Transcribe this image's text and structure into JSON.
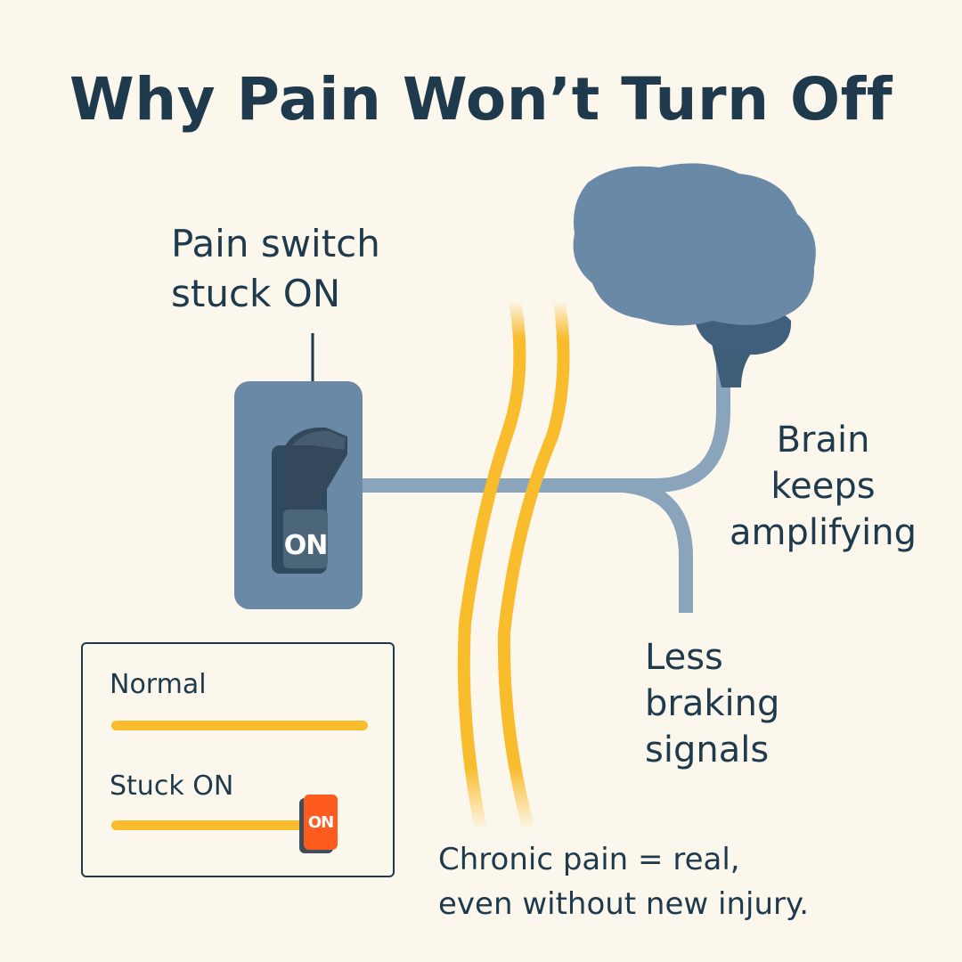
{
  "title": "Why Pain Won’t Turn Off",
  "switch": {
    "caption_line1": "Pain switch",
    "caption_line2": "stuck ON",
    "state_label": "ON"
  },
  "brain": {
    "caption_line1": "Brain",
    "caption_line2": "keeps",
    "caption_line3": "amplifying"
  },
  "braking": {
    "caption_line1": "Less",
    "caption_line2": "braking",
    "caption_line3": "signals"
  },
  "legend": {
    "normal_label": "Normal",
    "stuck_label": "Stuck ON",
    "toggle_label": "ON"
  },
  "footer": {
    "line1": "Chronic pain = real,",
    "line2": "even without new injury."
  },
  "colors": {
    "background": "#fcf7ec",
    "text": "#1e3a4c",
    "switch_plate": "#6a89a6",
    "brain": "#6a89a6",
    "nerve": "#8aa4bc",
    "signal": "#f8bc2c",
    "toggle_on": "#ff5b1f"
  }
}
